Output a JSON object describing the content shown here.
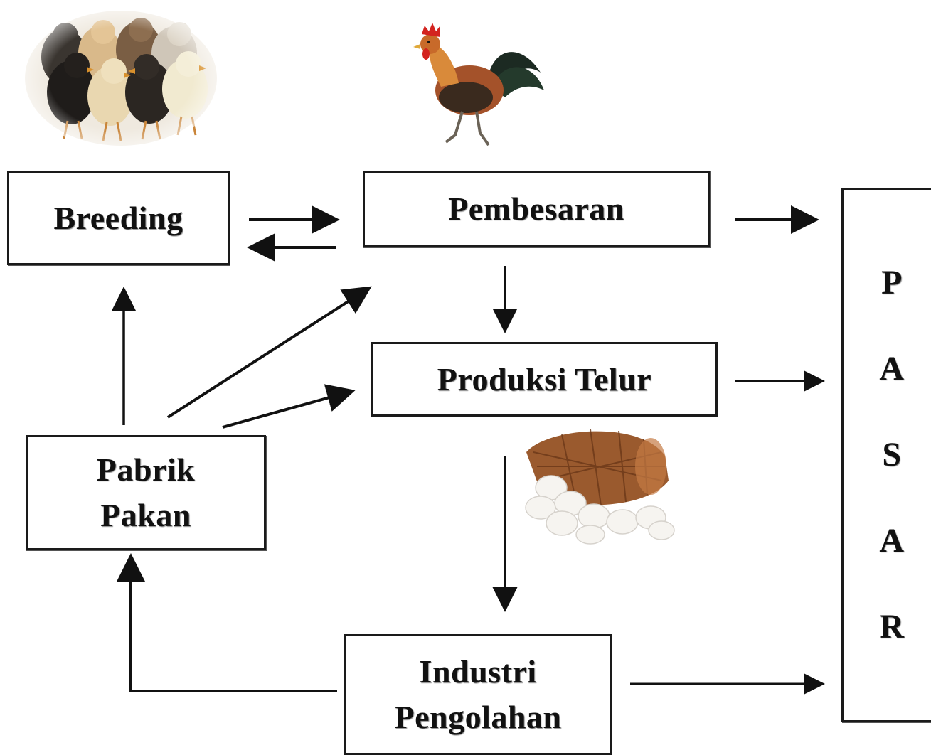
{
  "nodes": {
    "breeding": "Breeding",
    "pembesaran": "Pembesaran",
    "produksi": "Produksi Telur",
    "pabrik": {
      "line1": "Pabrik",
      "line2": "Pakan"
    },
    "industri": {
      "line1": "Industri",
      "line2": "Pengolahan"
    },
    "pasar": [
      "P",
      "A",
      "S",
      "A",
      "R"
    ]
  },
  "illustrations": {
    "chicks": "chicks-illustration",
    "rooster": "rooster-illustration",
    "eggs": "egg-basket-illustration"
  },
  "colors": {
    "line": "#111111",
    "box_border": "#1a1a1a"
  }
}
